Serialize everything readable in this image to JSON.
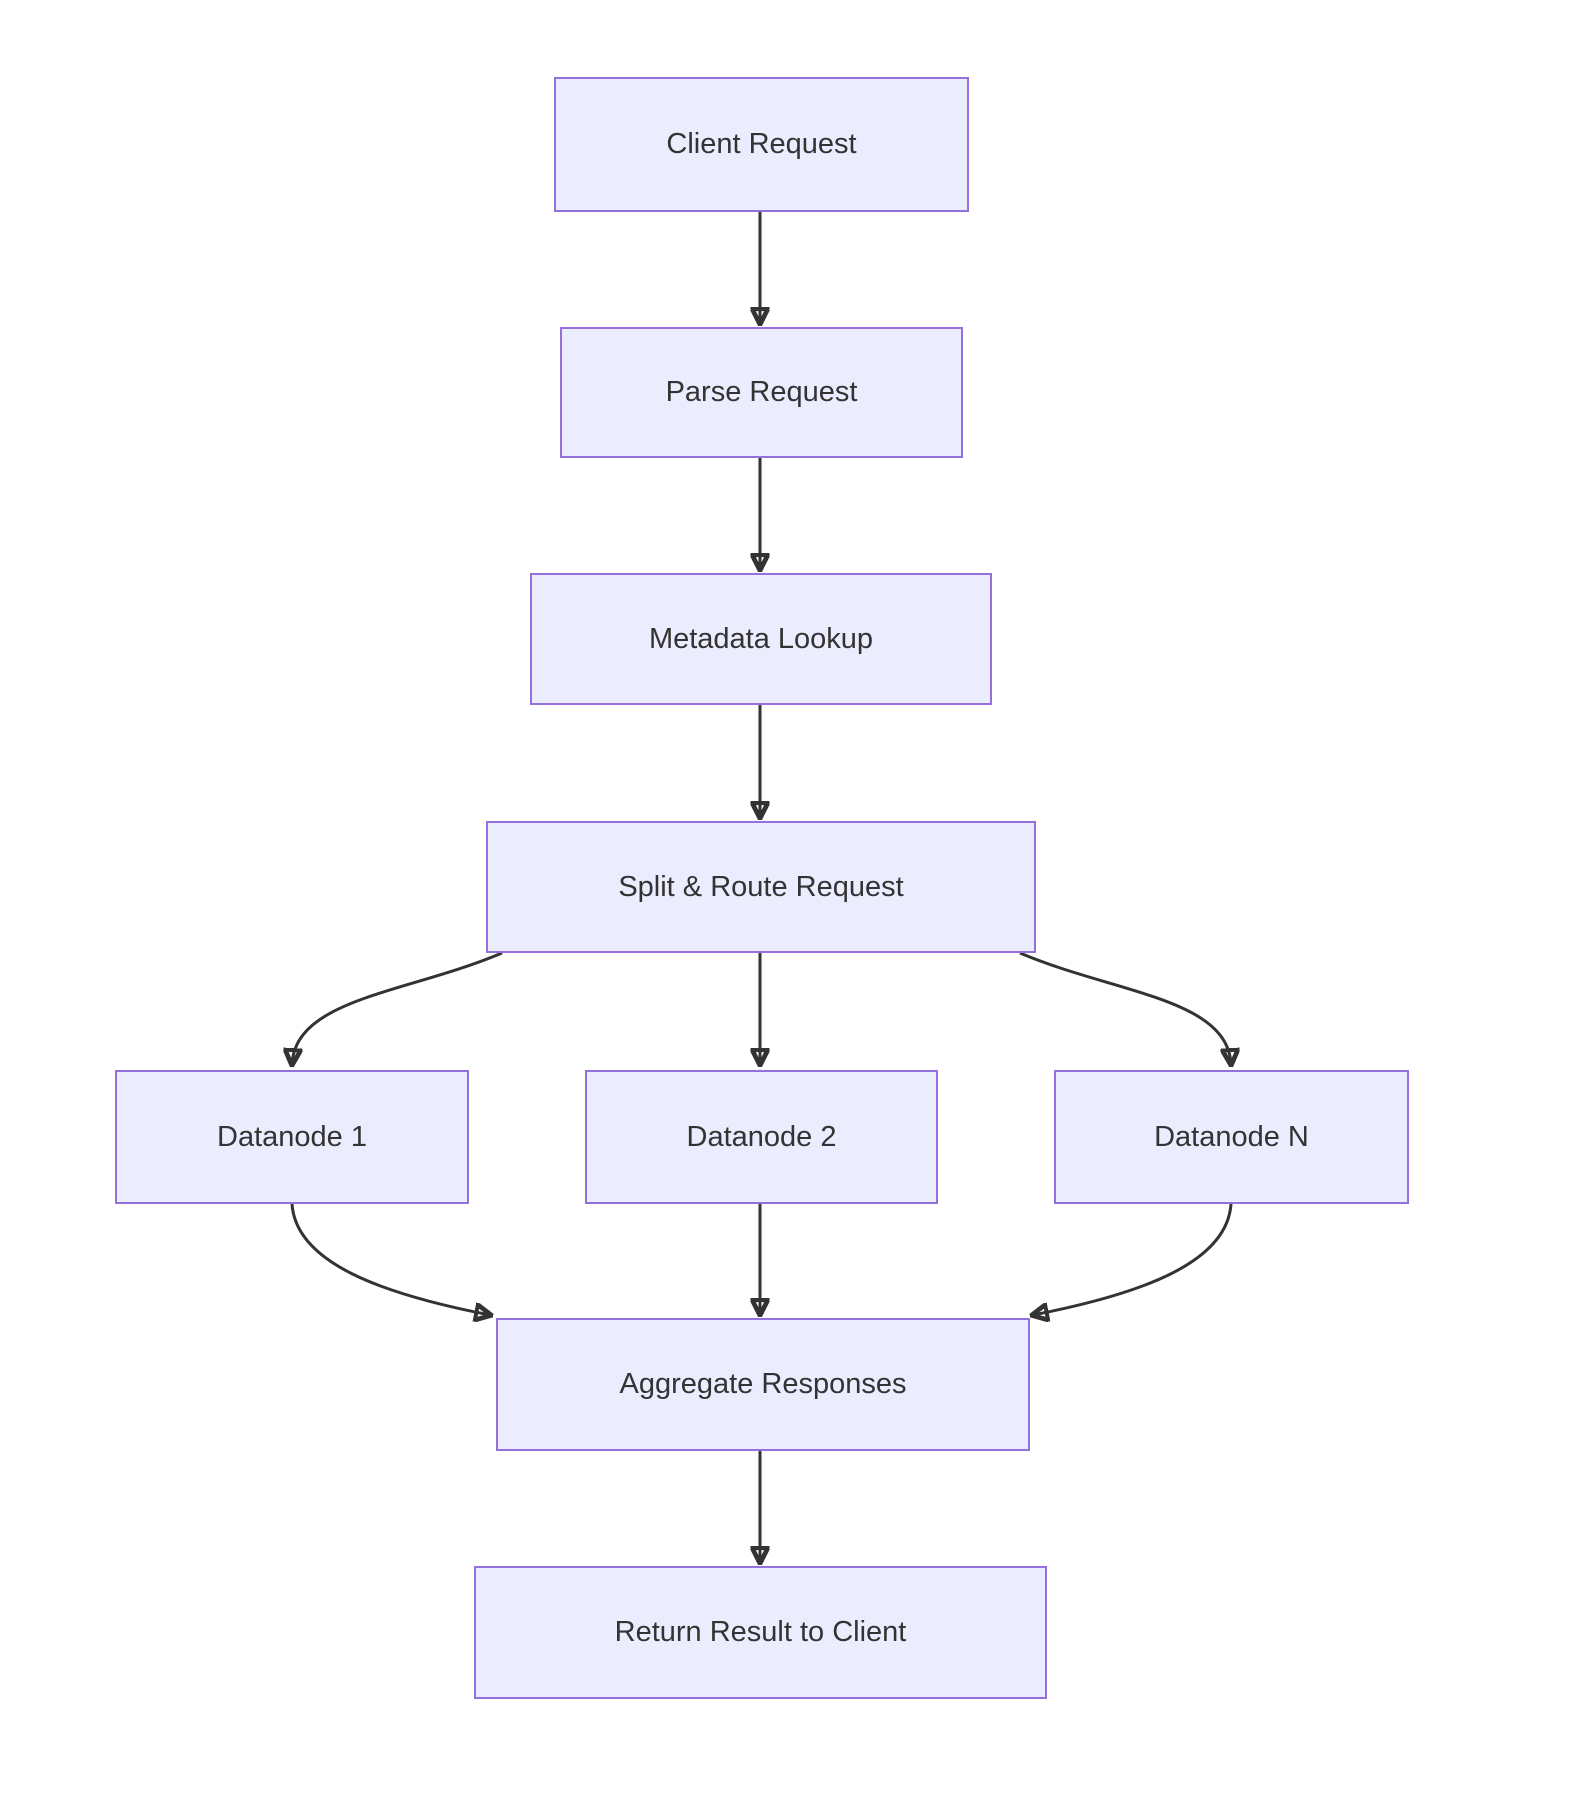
{
  "diagram": {
    "type": "flowchart",
    "direction": "top-down",
    "nodes": {
      "client_request": {
        "label": "Client Request"
      },
      "parse_request": {
        "label": "Parse Request"
      },
      "metadata_lookup": {
        "label": "Metadata Lookup"
      },
      "split_route": {
        "label": "Split & Route Request"
      },
      "datanode_1": {
        "label": "Datanode 1"
      },
      "datanode_2": {
        "label": "Datanode 2"
      },
      "datanode_n": {
        "label": "Datanode N"
      },
      "aggregate": {
        "label": "Aggregate Responses"
      },
      "return_result": {
        "label": "Return Result to Client"
      }
    },
    "edges": [
      {
        "from": "client_request",
        "to": "parse_request"
      },
      {
        "from": "parse_request",
        "to": "metadata_lookup"
      },
      {
        "from": "metadata_lookup",
        "to": "split_route"
      },
      {
        "from": "split_route",
        "to": "datanode_1"
      },
      {
        "from": "split_route",
        "to": "datanode_2"
      },
      {
        "from": "split_route",
        "to": "datanode_n"
      },
      {
        "from": "datanode_1",
        "to": "aggregate"
      },
      {
        "from": "datanode_2",
        "to": "aggregate"
      },
      {
        "from": "datanode_n",
        "to": "aggregate"
      },
      {
        "from": "aggregate",
        "to": "return_result"
      }
    ],
    "style": {
      "node_fill": "#ECECFF",
      "node_border": "#9370DB",
      "text_color": "#333333",
      "edge_color": "#333333",
      "background": "#FFFFFF"
    }
  }
}
